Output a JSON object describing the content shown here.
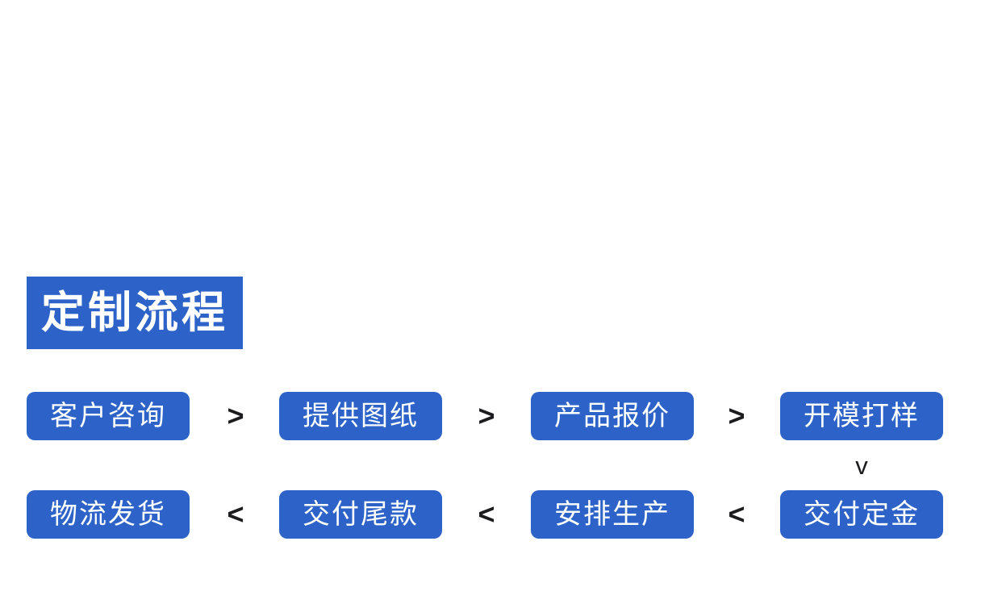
{
  "colors": {
    "page_background": "#ffffff",
    "primary_blue": "#2d63c8",
    "text_white": "#ffffff",
    "arrow_color": "#1c1c1e"
  },
  "title": {
    "label": "定制流程"
  },
  "flow": {
    "rows": [
      {
        "steps": [
          "客户咨询",
          "提供图纸",
          "产品报价",
          "开模打样"
        ],
        "separator": ">"
      },
      {
        "steps": [
          "物流发货",
          "交付尾款",
          "安排生产",
          "交付定金"
        ],
        "separator": "<"
      }
    ],
    "down_connector": "v"
  }
}
